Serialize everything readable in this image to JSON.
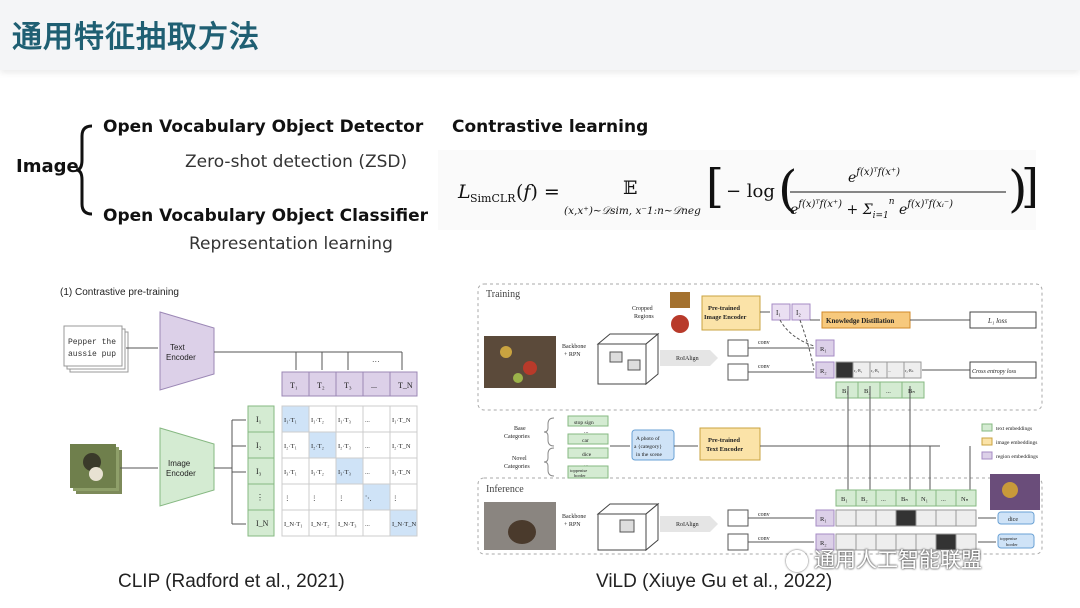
{
  "header": {
    "title": "通用特征抽取方法"
  },
  "left_tree": {
    "root": "Image",
    "item1": "Open Vocabulary Object Detector",
    "item1_sub": "Zero-shot detection (ZSD)",
    "item2": "Open Vocabulary Object Classifier",
    "item2_sub": "Representation learning"
  },
  "right": {
    "heading": "Contrastive learning",
    "formula": "L_SimCLR(f) = E_{(x,x+)~D_sim, x-_{1:n}~D_neg} [ -log( e^{f(x)ᵀf(x+)} / ( e^{f(x)ᵀf(x+)} + Σ_{i=1}^{n} e^{f(x)ᵀf(x_i-)} ) ) ]"
  },
  "clip": {
    "panel_title": "(1) Contrastive pre-training",
    "text_input": "Pepper the aussie pup",
    "text_encoder": "Text Encoder",
    "image_encoder": "Image Encoder",
    "t_labels": [
      "T₁",
      "T₂",
      "T₃",
      "...",
      "T_N"
    ],
    "i_labels": [
      "I₁",
      "I₂",
      "I₃",
      "⋮",
      "I_N"
    ],
    "matrix": [
      [
        "I₁·T₁",
        "I₁·T₂",
        "I₁·T₃",
        "...",
        "I₁·T_N"
      ],
      [
        "I₂·T₁",
        "I₂·T₂",
        "I₂·T₃",
        "...",
        "I₂·T_N"
      ],
      [
        "I₃·T₁",
        "I₃·T₂",
        "I₃·T₃",
        "...",
        "I₃·T_N"
      ],
      [
        "⋮",
        "⋮",
        "⋮",
        "⋱",
        "⋮"
      ],
      [
        "I_N·T₁",
        "I_N·T₂",
        "I_N·T₃",
        "...",
        "I_N·T_N"
      ]
    ],
    "caption": "CLIP (Radford et al., 2021)"
  },
  "vild": {
    "training": "Training",
    "inference": "Inference",
    "cropped_regions": "Cropped Regions",
    "pretrained_image_encoder": "Pre-trained Image Encoder",
    "knowledge_distillation": "Knowledge Distillation",
    "l1_loss": "L₁ loss",
    "backbone": "Backbone + RPN",
    "roialign": "RoIAlign",
    "conv": "conv",
    "cross_entropy": "Cross entropy loss",
    "base_categories": "Base Categories",
    "novel_categories": "Novel Categories",
    "base_items": [
      "stop sign",
      "...",
      "car"
    ],
    "novel_items": [
      "dice",
      "...",
      "toppenise border"
    ],
    "prompt": "A photo of a {category} in the scene",
    "pretrained_text_encoder": "Pre-trained Text Encoder",
    "legend": [
      "text embeddings",
      "image embeddings",
      "region embeddings"
    ],
    "i_labels": [
      "I₁",
      "I₂"
    ],
    "b_labels": [
      "B₁",
      "B₂",
      "...",
      "Bₙ"
    ],
    "bn_labels": [
      "B₁",
      "B₂",
      "...",
      "Bₙ",
      "N₁",
      "...",
      "Nₙ"
    ],
    "r_labels": [
      "R₁",
      "R₂"
    ],
    "out_dice": "dice",
    "out_border": "toppenise border",
    "caption": "ViLD (Xiuye Gu et al., 2022)"
  },
  "watermark": "通用人工智能联盟",
  "colors": {
    "title": "#1f5f73",
    "purple": "#dcd0e8",
    "green": "#d4ebd2",
    "blue_cell": "#cfe3f7",
    "orange": "#f7c97d",
    "yellow": "#fbe3a8"
  }
}
